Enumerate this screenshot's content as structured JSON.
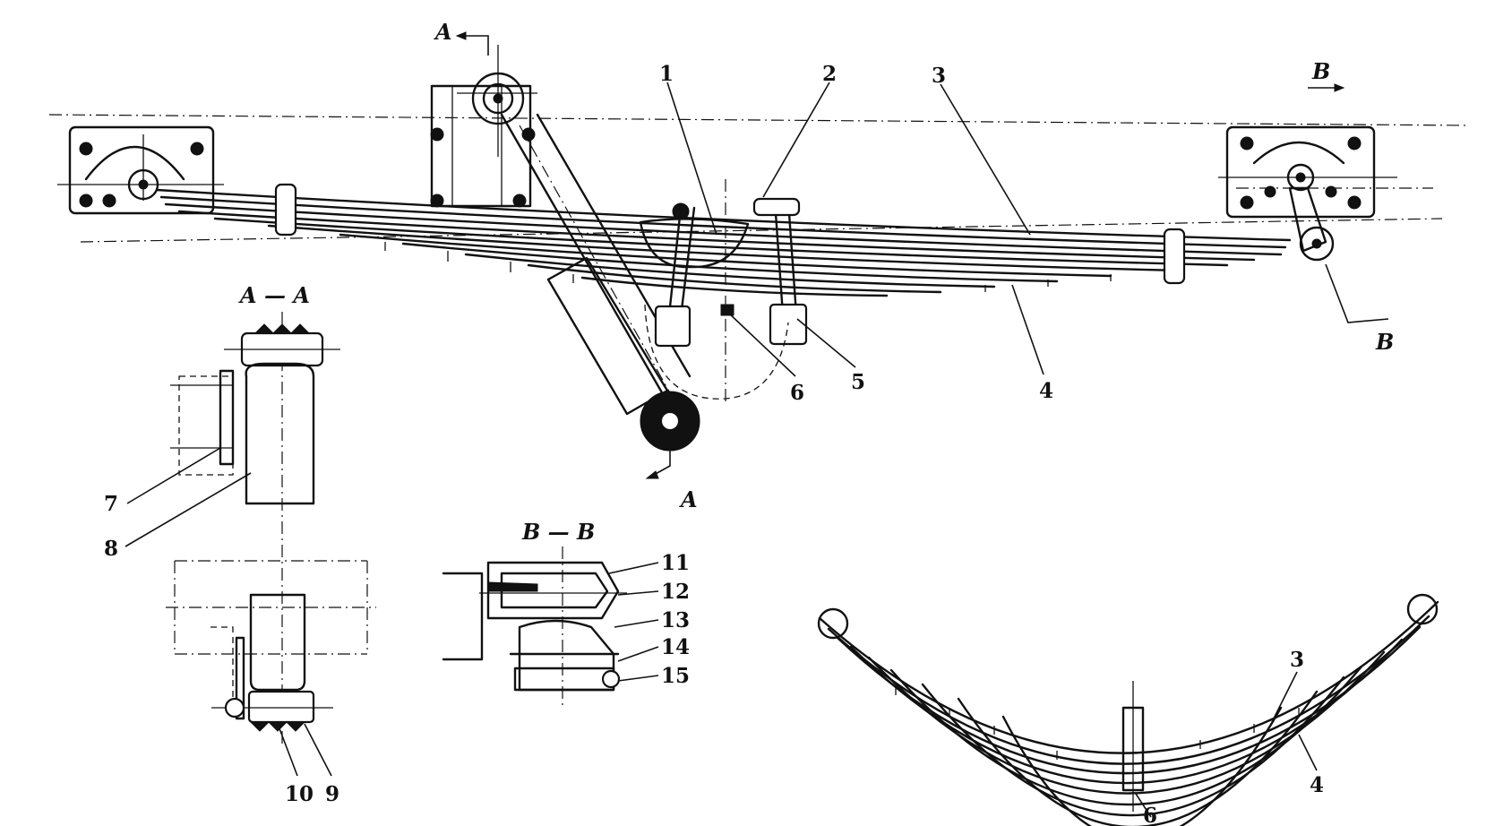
{
  "section_markers": {
    "a_top": "A",
    "a_bottom": "A",
    "b_top": "B",
    "b_bottom": "B"
  },
  "section_titles": {
    "a": "A — A",
    "b": "B — B"
  },
  "main_view_labels": {
    "1": "1",
    "2": "2",
    "3": "3",
    "4": "4",
    "5": "5",
    "6": "6"
  },
  "section_a_labels": {
    "7": "7",
    "8": "8",
    "9": "9",
    "10": "10"
  },
  "section_b_labels": {
    "11": "11",
    "12": "12",
    "13": "13",
    "14": "14",
    "15": "15"
  },
  "spring_view_labels": {
    "3": "3",
    "4": "4",
    "6": "6"
  }
}
